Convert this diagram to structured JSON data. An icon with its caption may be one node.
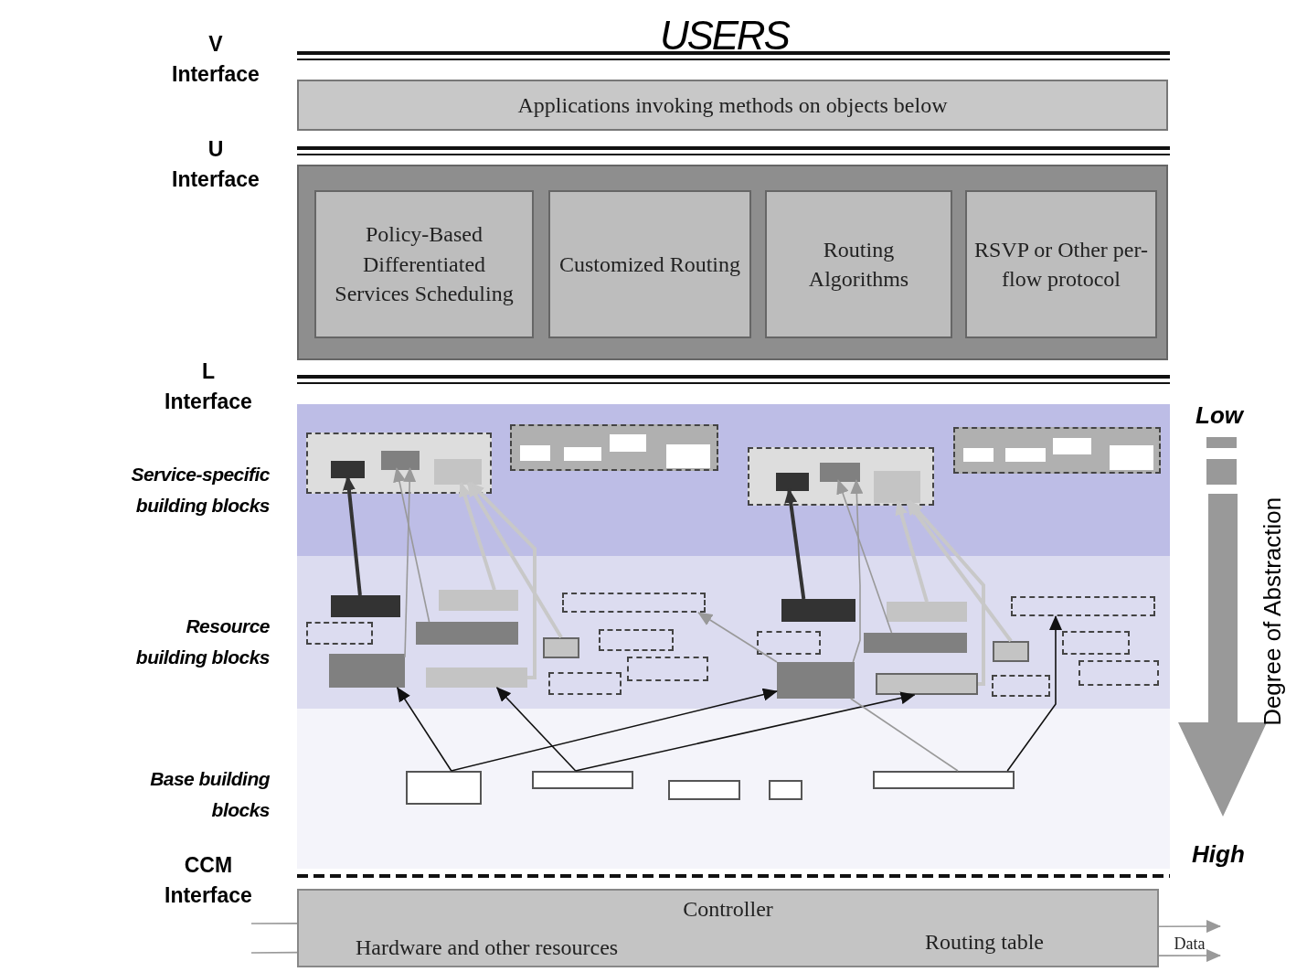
{
  "diagram": {
    "title": "USERS",
    "nodes": [
      {
        "text": [
          "Applications invoking methods on objects below"
        ]
      },
      {
        "text": [],
        "shape": "box"
      },
      {
        "text": [
          "Policy-Based Differentiated Services Scheduling"
        ],
        "in": 1
      },
      {
        "text": [
          "Customized Routing"
        ],
        "in": 1
      },
      {
        "text": [
          "Routing Algorithms"
        ],
        "in": 1
      },
      {
        "text": [
          "RSVP or Other per-flow protocol"
        ],
        "in": 1
      },
      {
        "text": [
          "Service-specific building blocks"
        ]
      },
      {
        "text": [],
        "shape": "box",
        "in": 6
      },
      {
        "text": [],
        "shape": "box",
        "in": 7
      },
      {
        "text": [],
        "shape": "box",
        "in": 7
      },
      {
        "text": [],
        "shape": "box",
        "in": 7
      },
      {
        "text": [],
        "shape": "box",
        "in": 6
      },
      {
        "text": [],
        "shape": "box",
        "in": 11
      },
      {
        "text": [],
        "shape": "box",
        "in": 11
      },
      {
        "text": [],
        "shape": "box",
        "in": 11
      },
      {
        "text": [],
        "shape": "box",
        "in": 11
      },
      {
        "text": [],
        "shape": "box",
        "in": 6
      },
      {
        "text": [],
        "shape": "box",
        "in": 16
      },
      {
        "text": [],
        "shape": "box",
        "in": 16
      },
      {
        "text": [],
        "shape": "box",
        "in": 16
      },
      {
        "text": [],
        "shape": "box",
        "in": 6
      },
      {
        "text": [],
        "shape": "box",
        "in": 20
      },
      {
        "text": [],
        "shape": "box",
        "in": 20
      },
      {
        "text": [],
        "shape": "box",
        "in": 20
      },
      {
        "text": [],
        "shape": "box",
        "in": 20
      },
      {
        "text": [
          "Resource building blocks"
        ]
      },
      {
        "text": [],
        "shape": "box",
        "in": 25
      },
      {
        "text": [],
        "shape": "box",
        "in": 25
      },
      {
        "text": [],
        "shape": "box",
        "in": 25
      },
      {
        "text": [],
        "shape": "box",
        "in": 25
      },
      {
        "text": [],
        "shape": "box",
        "in": 25
      },
      {
        "text": [],
        "shape": "box",
        "in": 25
      },
      {
        "text": [],
        "shape": "box",
        "in": 25
      },
      {
        "text": [],
        "shape": "box",
        "in": 25
      },
      {
        "text": [],
        "shape": "box",
        "in": 25
      },
      {
        "text": [],
        "shape": "box",
        "in": 25
      },
      {
        "text": [],
        "shape": "box",
        "in": 25
      },
      {
        "text": [],
        "shape": "box",
        "in": 25
      },
      {
        "text": [],
        "shape": "box",
        "in": 25
      },
      {
        "text": [],
        "shape": "box",
        "in": 25
      },
      {
        "text": [],
        "shape": "box",
        "in": 25
      },
      {
        "text": [],
        "shape": "box",
        "in": 25
      },
      {
        "text": [],
        "shape": "box",
        "in": 25
      },
      {
        "text": [],
        "shape": "box",
        "in": 25
      },
      {
        "text": [],
        "shape": "box",
        "in": 25
      },
      {
        "text": [],
        "shape": "box",
        "in": 25
      },
      {
        "text": [],
        "shape": "box",
        "in": 25
      },
      {
        "text": [],
        "shape": "box",
        "in": 25
      },
      {
        "text": [
          "Base building blocks"
        ]
      },
      {
        "text": [],
        "shape": "box",
        "in": 48
      },
      {
        "text": [],
        "shape": "box",
        "in": 48
      },
      {
        "text": [],
        "shape": "box",
        "in": 48
      },
      {
        "text": [],
        "shape": "box",
        "in": 48
      },
      {
        "text": [],
        "shape": "box",
        "in": 48
      },
      {
        "text": [
          "Controller",
          "Hardware and other resources",
          "Routing table"
        ]
      }
    ],
    "edges": [
      {
        "from": 26,
        "to": 8,
        "arrow": "to",
        "style": "thick",
        "color": "#333333"
      },
      {
        "from": 30,
        "to": 9,
        "arrow": "to",
        "color": "#999999"
      },
      {
        "from": 29,
        "to": 9,
        "arrow": "to",
        "color": "#999999"
      },
      {
        "from": 31,
        "to": 10,
        "arrow": "to",
        "style": "thick",
        "color": "#c8c8c8"
      },
      {
        "from": 28,
        "to": 10,
        "arrow": "to",
        "style": "thick",
        "color": "#c8c8c8"
      },
      {
        "from": 32,
        "to": 10,
        "arrow": "to",
        "style": "thick",
        "color": "#c8c8c8"
      },
      {
        "from": 37,
        "to": 17,
        "arrow": "to",
        "style": "thick",
        "color": "#333333"
      },
      {
        "from": 41,
        "to": 18,
        "arrow": "to",
        "color": "#999999"
      },
      {
        "from": 40,
        "to": 18,
        "arrow": "to",
        "color": "#999999"
      },
      {
        "from": 42,
        "to": 19,
        "arrow": "to",
        "style": "thick",
        "color": "#c8c8c8"
      },
      {
        "from": 39,
        "to": 19,
        "arrow": "to",
        "style": "thick",
        "color": "#c8c8c8"
      },
      {
        "from": 43,
        "to": 19,
        "arrow": "to",
        "style": "thick",
        "color": "#c8c8c8"
      },
      {
        "from": 49,
        "to": 30,
        "arrow": "to",
        "color": "#111111"
      },
      {
        "from": 49,
        "to": 41,
        "arrow": "to",
        "color": "#111111"
      },
      {
        "from": 50,
        "to": 31,
        "arrow": "to",
        "color": "#111111"
      },
      {
        "from": 50,
        "to": 42,
        "arrow": "to",
        "color": "#111111"
      },
      {
        "from": 53,
        "to": 44,
        "arrow": "to",
        "color": "#111111"
      },
      {
        "from": 53,
        "to": 41,
        "arrow": "none",
        "color": "#999999"
      },
      {
        "from": 41,
        "to": 33,
        "arrow": "to",
        "color": "#999999"
      },
      {
        "from": null,
        "to": 54,
        "arrow": "none",
        "color": "#999999"
      },
      {
        "from": null,
        "to": 54,
        "arrow": "none",
        "color": "#999999"
      },
      {
        "from": 54,
        "to": null,
        "arrow": "to",
        "color": "#999999"
      },
      {
        "from": 54,
        "to": null,
        "arrow": "to",
        "label": "Data",
        "color": "#999999"
      }
    ],
    "labels": [
      "V Interface",
      "U Interface",
      "L Interface",
      "Low",
      "Degree of Abstraction",
      "High",
      "CCM Interface"
    ]
  }
}
